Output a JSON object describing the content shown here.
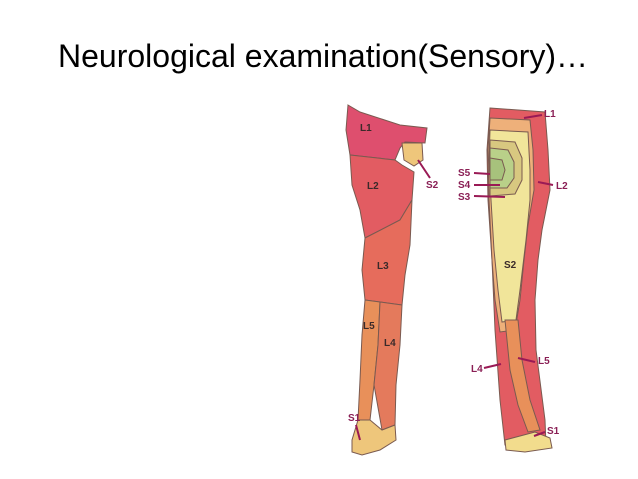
{
  "slide": {
    "title": "Neurological examination(Sensory)…"
  },
  "front_leg_labels": [
    "L1",
    "S2",
    "L2",
    "L3",
    "L5",
    "L4",
    "S1"
  ],
  "back_leg_labels": [
    "L1",
    "S5",
    "S4",
    "S3",
    "L2",
    "S2",
    "L4",
    "L5",
    "S1"
  ],
  "colors": {
    "L1": "#de4f6e",
    "L2": "#e25c62",
    "L3": "#e66c5c",
    "L4": "#e8905a",
    "L5": "#eec67b",
    "S1": "#f2dc8d",
    "S2": "#f1e59a",
    "S345": "#b9d089",
    "outline": "#7a5a50",
    "pointer": "#9a1a55"
  }
}
